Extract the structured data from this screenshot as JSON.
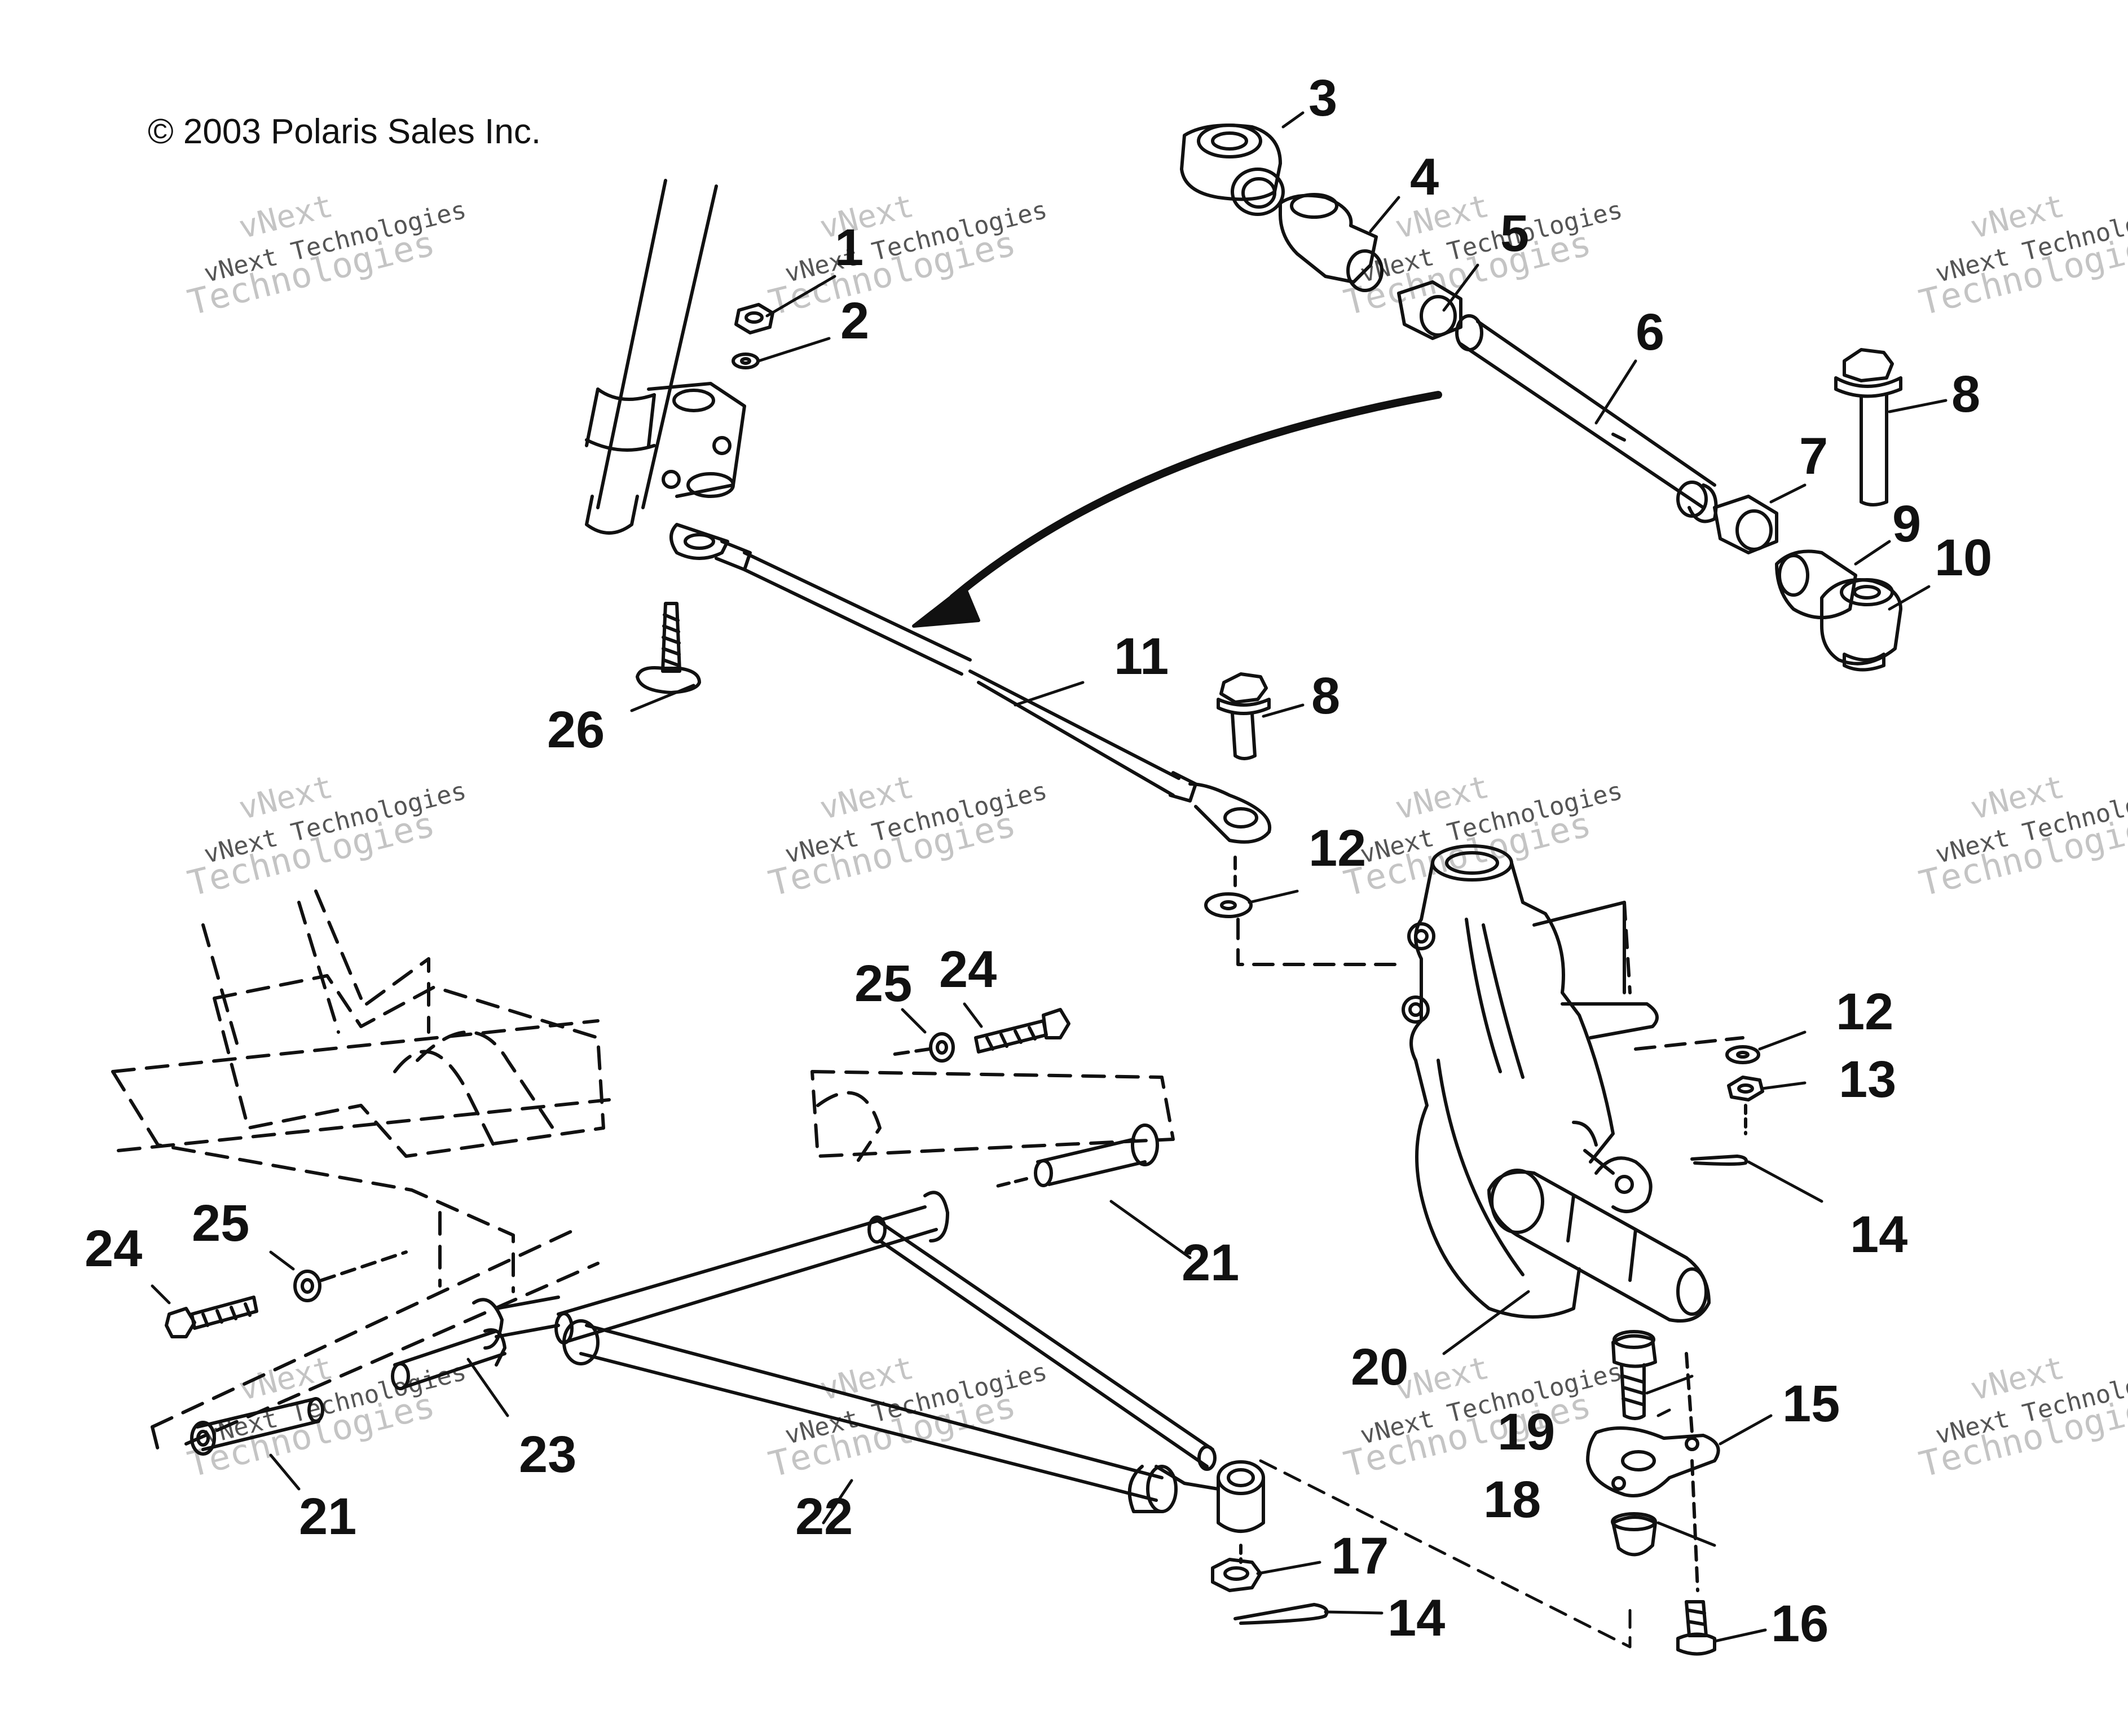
{
  "copyright": "© 2003 Polaris Sales Inc.",
  "watermark": {
    "top": "vNext",
    "line": "vNext Technologies",
    "big": "Technologies"
  },
  "callouts": {
    "c1": "1",
    "c2": "2",
    "c3": "3",
    "c4": "4",
    "c5": "5",
    "c6": "6",
    "c7": "7",
    "c8a": "8",
    "c8b": "8",
    "c9": "9",
    "c10": "10",
    "c11": "11",
    "c12a": "12",
    "c12b": "12",
    "c13": "13",
    "c14a": "14",
    "c14b": "14",
    "c15": "15",
    "c16": "16",
    "c17": "17",
    "c18": "18",
    "c19": "19",
    "c20": "20",
    "c21a": "21",
    "c21b": "21",
    "c22": "22",
    "c23": "23",
    "c24a": "24",
    "c24b": "24",
    "c25a": "25",
    "c25b": "25",
    "c26": "26"
  },
  "colors": {
    "ink": "#111111",
    "watermark": "#c9c9c9",
    "paper": "#ffffff"
  }
}
